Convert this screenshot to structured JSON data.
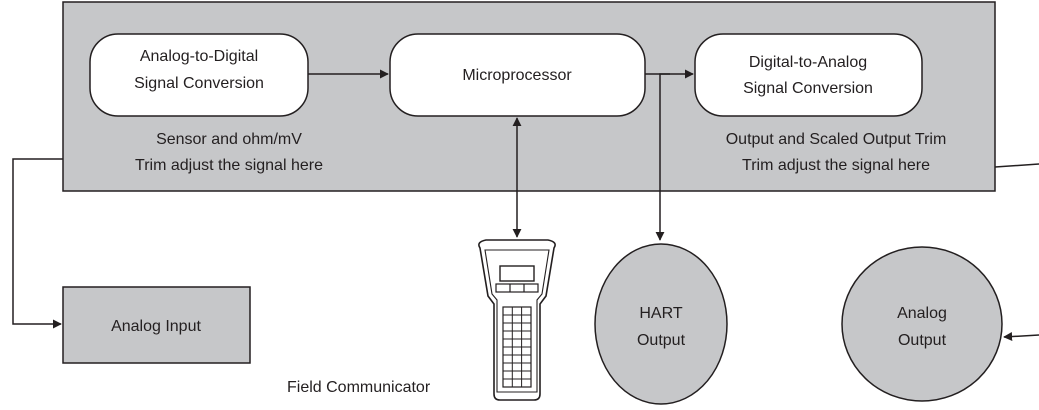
{
  "main_box": {
    "adc_label_line1": "Analog-to-Digital",
    "adc_label_line2": "Signal Conversion",
    "microprocessor_label": "Microprocessor",
    "dac_label_line1": "Digital-to-Analog",
    "dac_label_line2": "Signal Conversion",
    "sensor_trim_line1": "Sensor and ohm/mV",
    "sensor_trim_line2": "Trim adjust the signal here",
    "output_trim_line1": "Output and Scaled Output Trim",
    "output_trim_line2": "Trim adjust the signal here"
  },
  "analog_input_label": "Analog Input",
  "hart_output_line1": "HART",
  "hart_output_line2": "Output",
  "analog_output_line1": "Analog",
  "analog_output_line2": "Output",
  "field_communicator_label": "Field Communicator",
  "colors": {
    "box_fill": "#c6c7c9",
    "stroke": "#231f20",
    "pill_fill": "#ffffff"
  }
}
